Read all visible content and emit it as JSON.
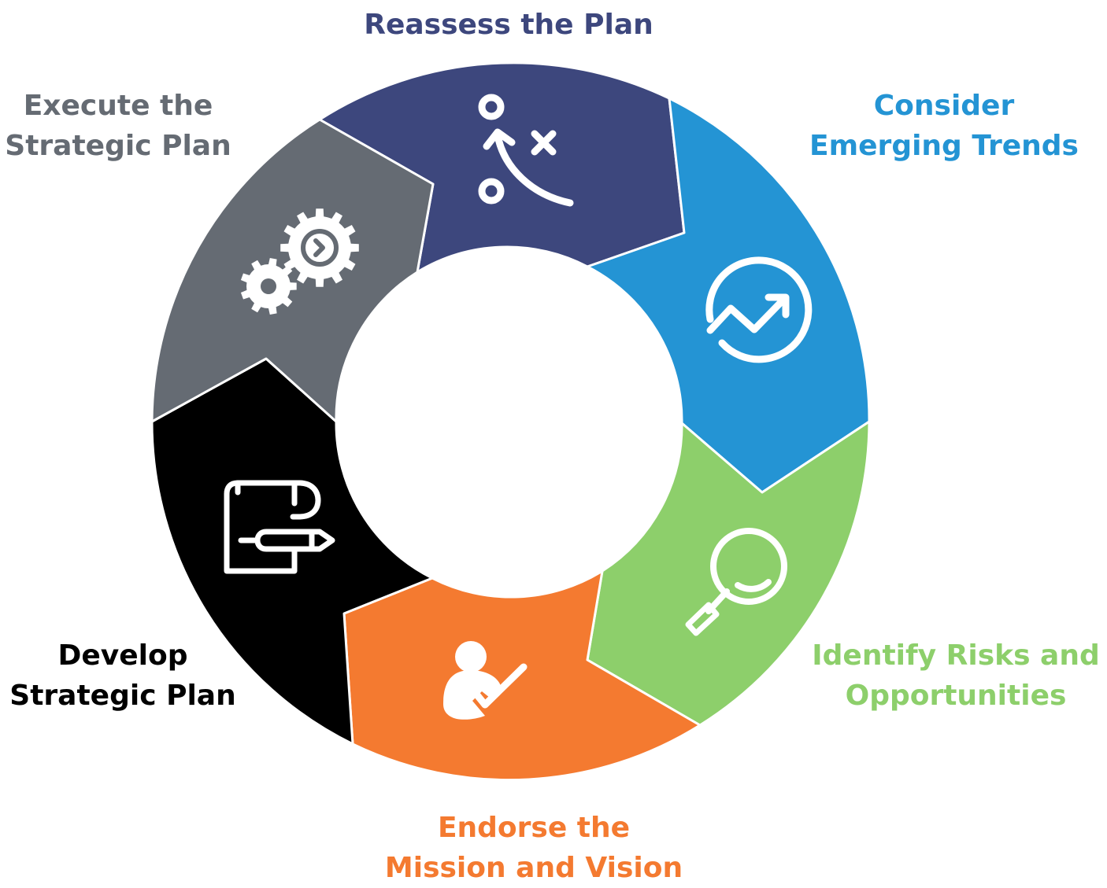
{
  "title": "",
  "steps": [
    {
      "id": "reassess",
      "lines": [
        "Reassess the Plan"
      ],
      "color": "#3d477d",
      "icon": "play-diagram-icon"
    },
    {
      "id": "consider",
      "lines": [
        "Consider",
        "Emerging Trends"
      ],
      "color": "#2494d4",
      "icon": "trend-chart-icon"
    },
    {
      "id": "identify",
      "lines": [
        "Identify Risks and",
        "Opportunities"
      ],
      "color": "#8dcf6b",
      "icon": "magnifying-glass-icon"
    },
    {
      "id": "endorse",
      "lines": [
        "Endorse the",
        "Mission and Vision"
      ],
      "color": "#f47a30",
      "icon": "person-check-icon"
    },
    {
      "id": "develop",
      "lines": [
        "Develop",
        "Strategic Plan"
      ],
      "color": "#000000",
      "icon": "scroll-pencil-icon"
    },
    {
      "id": "execute",
      "lines": [
        "Execute the",
        "Strategic Plan"
      ],
      "color": "#656b73",
      "icon": "gears-icon"
    }
  ]
}
